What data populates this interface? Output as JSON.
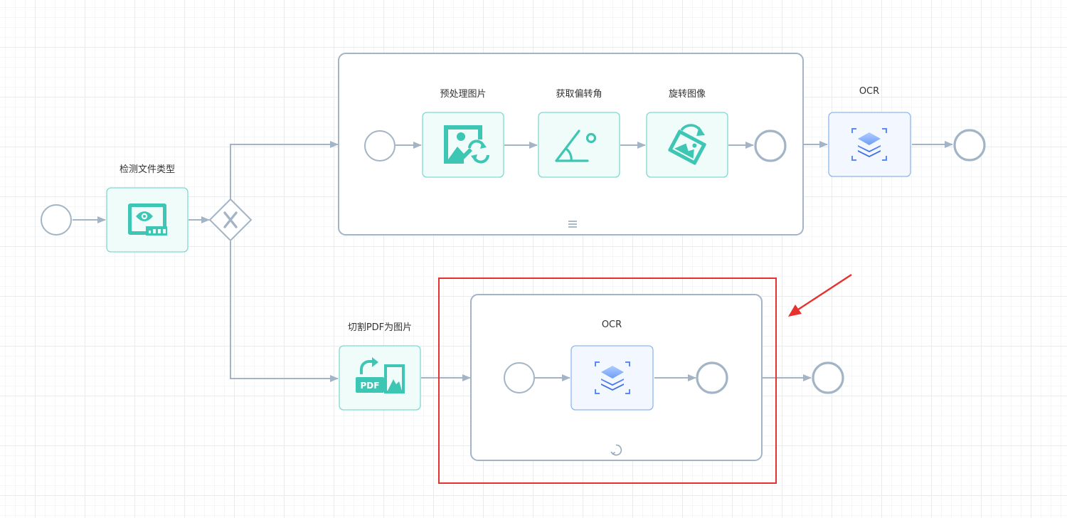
{
  "labels": {
    "detect_file_type": "检测文件类型",
    "preprocess_image": "预处理图片",
    "get_skew_angle": "获取偏转角",
    "rotate_image": "旋转图像",
    "ocr_top": "OCR",
    "split_pdf": "切割PDF为图片",
    "ocr_loop": "OCR"
  },
  "icons": {
    "detect_file_type": "eye-monitor-icon",
    "preprocess_image": "image-refresh-icon",
    "get_skew_angle": "angle-icon",
    "rotate_image": "rotate-image-icon",
    "ocr": "layers-scan-icon",
    "split_pdf": "pdf-to-image-icon",
    "parallel_marker": "parallel-lines-icon",
    "loop_marker": "loop-icon",
    "gateway": "exclusive-gateway-x-icon"
  },
  "pdf_text": "PDF",
  "colors": {
    "line": "#a3b4c6",
    "teal_border": "#7fd9cf",
    "teal_fill": "#effcfa",
    "teal_icon": "#3ec6b5",
    "blue_border": "#8db7f0",
    "blue_fill": "#f3f7ff",
    "blue_icon": "#3d6fe8",
    "highlight": "#e8312c"
  }
}
